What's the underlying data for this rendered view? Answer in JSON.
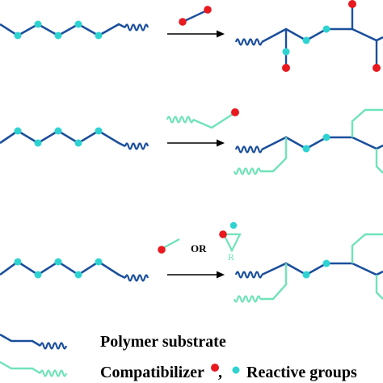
{
  "colors": {
    "polymer": "#1b4f9c",
    "compatibilizer": "#6fe3b8",
    "reactive_red": "#e8191f",
    "reactive_cyan": "#2ed3d1",
    "arrow": "#000000",
    "text": "#000000",
    "background": "#ffffff"
  },
  "rows": [
    {
      "reagent": "small-reactive-molecule",
      "or_label": ""
    },
    {
      "reagent": "reactive-compatibilizer-chain",
      "or_label": ""
    },
    {
      "reagent": "small-molecule-or-cyclic-compound",
      "or_label": "OR",
      "ring_label": "R"
    }
  ],
  "legend": {
    "polymer_label": "Polymer substrate",
    "compatibilizer_label": "Compatibilizer",
    "comma": ",",
    "reactive_label": "Reactive groups"
  }
}
